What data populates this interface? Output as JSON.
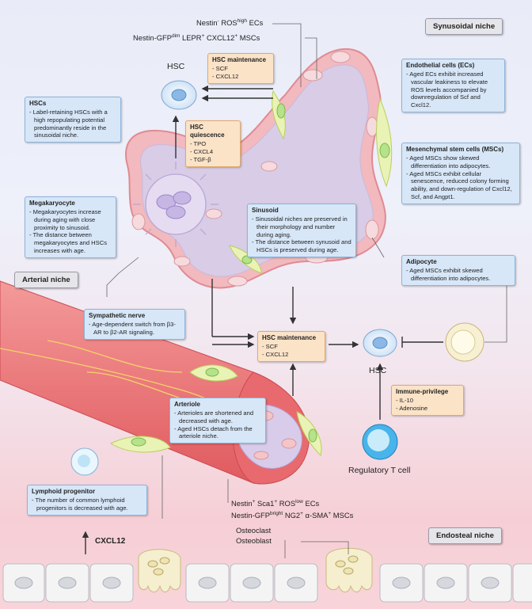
{
  "niches": {
    "synusoidal": "Synusoidal niche",
    "arterial": "Arterial niche",
    "endosteal": "Endosteal niche"
  },
  "labels": {
    "nestin_ros_ecs": {
      "a": "Nestin",
      "a_sup": "-",
      "b": " ROS",
      "b_sup": "high",
      "c": " ECs"
    },
    "nestin_gfp_msc": {
      "a": "Nestin-GFP",
      "a_sup": "dim",
      "b": " LEPR",
      "b_sup": "+",
      "c": " CXCL12",
      "c_sup": "+",
      "d": " MSCs"
    },
    "hsc_top": "HSC",
    "hsc_right": "HSC",
    "regulatory_t": "Regulatory T cell",
    "nestin_sca1_ecs": {
      "a": "Nestin",
      "a_sup": "+",
      "b": " Sca1",
      "b_sup": "+",
      "c": " ROS",
      "c_sup": "low",
      "d": " ECs"
    },
    "nestin_ng2_msc": {
      "a": "Nestin-GFP",
      "a_sup": "bright",
      "b": " NG2",
      "b_sup": "+",
      "c": " α-SMA",
      "c_sup": "+",
      "d": " MSCs"
    },
    "osteoclast": "Osteoclast",
    "osteoblast": "Osteoblast",
    "cxcl12": "CXCL12"
  },
  "boxes": {
    "hsc_maint_top": {
      "title": "HSC maintenance",
      "items": [
        "SCF",
        "CXCL12"
      ]
    },
    "hsc_quiescence": {
      "title": "HSC quiescence",
      "items": [
        "TPO",
        "CXCL4",
        "TGF-β"
      ]
    },
    "hscs": {
      "title": "HSCs",
      "items": [
        "Label-retaining HSCs with a high repopulating potential predominantly reside in the sinusoidal niche."
      ]
    },
    "endothelial": {
      "title": "Endothelial cells (ECs)",
      "items": [
        "Aged ECs exhibit increased vascular leakiness to elevate ROS levels accompanied by downregulation of Scf and Cxcl12."
      ]
    },
    "msc": {
      "title": "Mesenchymal stem cells (MSCs)",
      "items": [
        "Aged MSCs show skewed differentiation into adipocytes.",
        "Aged MSCs exhibit cellular senescence, reduced colony forming ability, and down-regulation of Cxcl12, Scf, and Angpt1."
      ]
    },
    "megakaryocyte": {
      "title": "Megakaryocyte",
      "items": [
        "Megakaryocytes increase during aging with close proximity to sinusoid.",
        "The distance between megakaryocytes and HSCs increases with age."
      ]
    },
    "sinusoid": {
      "title": "Sinusoid",
      "items": [
        "Sinusoidal niches are preserved in their morphology and number during aging.",
        "The distance between synusoid and HSCs is preserved during age."
      ]
    },
    "adipocyte": {
      "title": "Adipocyte",
      "items": [
        "Aged MSCs exhibit skewed differentiation into adipocytes."
      ]
    },
    "sympathetic": {
      "title": "Sympathetic nerve",
      "items": [
        "Age-dependent switch from β3-AR to β2-AR signaling."
      ]
    },
    "hsc_maint_mid": {
      "title": "HSC maintenance",
      "items": [
        "SCF",
        "CXCL12"
      ]
    },
    "immune": {
      "title": "Immune-privilege",
      "items": [
        "IL-10",
        "Adenosine"
      ]
    },
    "arteriole": {
      "title": "Arteriole",
      "items": [
        "Arterioles are shortened and decreased with age.",
        "Aged HSCs detach from the arteriole niche."
      ]
    },
    "lymphoid": {
      "title": "Lymphoid progenitor",
      "items": [
        "The number of common lymphoid progenitors is decreased with age."
      ]
    }
  }
}
